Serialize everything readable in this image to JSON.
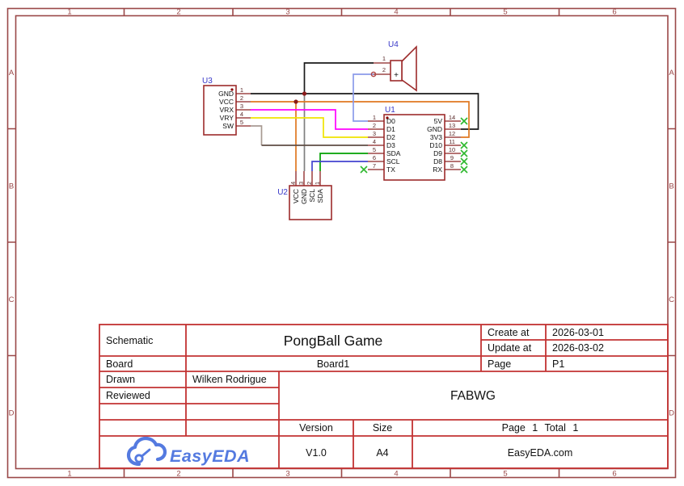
{
  "frame": {
    "cols": [
      "1",
      "2",
      "3",
      "4",
      "5",
      "6"
    ],
    "rows": [
      "A",
      "B",
      "C",
      "D"
    ]
  },
  "title_block": {
    "schematic_label": "Schematic",
    "title": "PongBall Game",
    "create_label": "Create at",
    "create_value": "2026-03-01",
    "update_label": "Update at",
    "update_value": "2026-03-02",
    "board_label": "Board",
    "board_value": "Board1",
    "page_label": "Page",
    "page_value": "P1",
    "drawn_label": "Drawn",
    "drawn_value": "Wilken Rodrigue",
    "reviewed_label": "Reviewed",
    "reviewed_value": "",
    "company": "FABWG",
    "version_label": "Version",
    "version_value": "V1.0",
    "size_label": "Size",
    "size_value": "A4",
    "page_total": "Page 1 Total 1",
    "website": "EasyEDA.com",
    "logo_text": "EasyEDA"
  },
  "components": {
    "u3": {
      "ref": "U3",
      "pins": [
        {
          "n": "1",
          "name": "GND"
        },
        {
          "n": "2",
          "name": "VCC"
        },
        {
          "n": "3",
          "name": "VRX"
        },
        {
          "n": "4",
          "name": "VRY"
        },
        {
          "n": "5",
          "name": "SW"
        }
      ]
    },
    "u1": {
      "ref": "U1",
      "left": [
        {
          "n": "1",
          "name": "D0"
        },
        {
          "n": "2",
          "name": "D1"
        },
        {
          "n": "3",
          "name": "D2"
        },
        {
          "n": "4",
          "name": "D3"
        },
        {
          "n": "5",
          "name": "SDA"
        },
        {
          "n": "6",
          "name": "SCL"
        },
        {
          "n": "7",
          "name": "TX"
        }
      ],
      "right": [
        {
          "n": "14",
          "name": "5V"
        },
        {
          "n": "13",
          "name": "GND"
        },
        {
          "n": "12",
          "name": "3V3"
        },
        {
          "n": "11",
          "name": "D10"
        },
        {
          "n": "10",
          "name": "D9"
        },
        {
          "n": "9",
          "name": "D8"
        },
        {
          "n": "8",
          "name": "RX"
        }
      ]
    },
    "u2": {
      "ref": "U2",
      "pins": [
        {
          "n": "4",
          "name": "VCC"
        },
        {
          "n": "3",
          "name": "GND"
        },
        {
          "n": "2",
          "name": "SCL"
        },
        {
          "n": "1",
          "name": "SDA"
        }
      ]
    },
    "u4": {
      "ref": "U4",
      "pin1": "1",
      "pin2": "2",
      "polarity": "+"
    }
  },
  "colors": {
    "frame_line": "#9a4848",
    "title_block_line": "#c23232",
    "component_outline": "#9c2b2b",
    "pin_stub": "#8b2020",
    "refdes_blue": "#3737c8",
    "wire_black": "#1a1a1a",
    "wire_gray": "#808080",
    "wire_orange": "#e07820",
    "wire_magenta": "#ff00ff",
    "wire_yellow": "#f0e400",
    "wire_brown": "#5f4d45",
    "wire_green": "#00a000",
    "wire_blue": "#4343cf",
    "wire_periwinkle": "#8b9bea",
    "noconnect_green": "#2eb82e",
    "junction_dot": "#8b1a1a",
    "logo_blue": "#547ae0"
  }
}
